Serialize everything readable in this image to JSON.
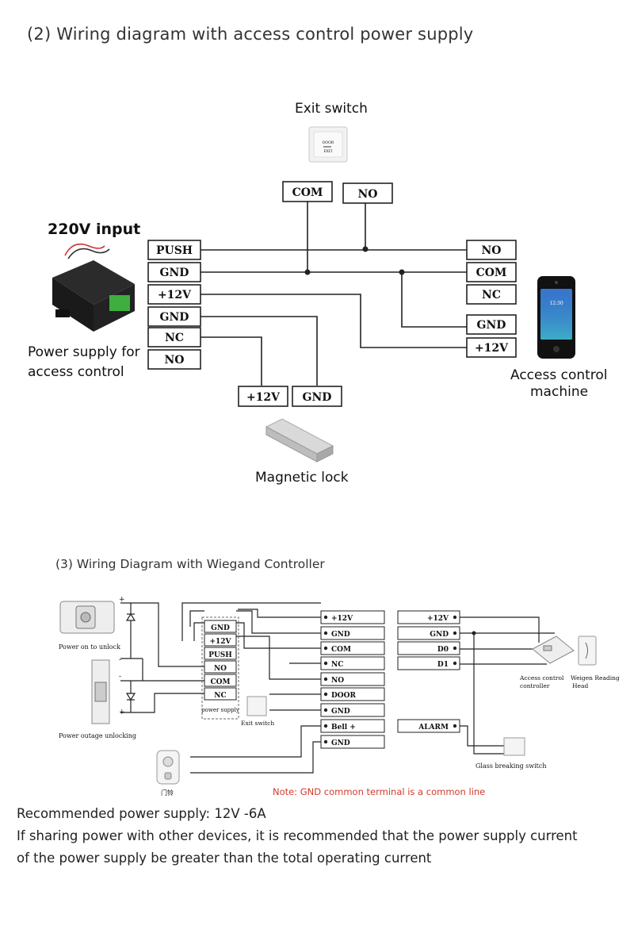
{
  "section1": {
    "title": "(2) Wiring diagram with access control power supply",
    "exit_switch_label": "Exit switch",
    "exit_switch_face": [
      "DOOR",
      "EXIT"
    ],
    "input_label": "220V input",
    "power_supply_label": [
      "Power supply for",
      "access control"
    ],
    "access_machine_label": [
      "Access control",
      "machine"
    ],
    "machine_screen_time": "12:30",
    "magnetic_lock_label": "Magnetic lock",
    "psu_terminals": [
      "PUSH",
      "GND",
      "+12V",
      "GND",
      "NC",
      "NO"
    ],
    "exit_terminals": [
      "COM",
      "NO"
    ],
    "machine_terminals": [
      "NO",
      "COM",
      "NC",
      "GND",
      "+12V"
    ],
    "lock_terminals": [
      "+12V",
      "GND"
    ]
  },
  "section2": {
    "title": "(3) Wiring Diagram with Wiegand Controller",
    "power_on_label": "Power on to unlock",
    "power_outage_label": "Power outage unlocking",
    "supply_terminals": [
      "GND",
      "+12V",
      "PUSH",
      "NO",
      "COM",
      "NC"
    ],
    "supply_caption": "power supply",
    "exit_switch_label": "Exit switch",
    "controller_terminals": [
      "+12V",
      "GND",
      "COM",
      "NC",
      "NO",
      "DOOR",
      "GND",
      "Bell +",
      "GND"
    ],
    "reader_terminals": [
      "+12V",
      "GND",
      "D0",
      "D1"
    ],
    "alarm_terminal": "ALARM",
    "access_controller_label": [
      "Access control",
      "controller"
    ],
    "reader_head_label": [
      "Weigen Reading",
      "Head"
    ],
    "glass_switch_label": "Glass breaking switch",
    "doorbell_label": "门铃",
    "polarity_marks": [
      "+",
      "-",
      "-",
      "+"
    ],
    "note": "Note: GND common terminal is a common line"
  },
  "footer": {
    "line1": "Recommended power supply: 12V -6A",
    "line2": "If sharing power with other devices, it is recommended that the power supply current",
    "line3": "of the power supply be greater than the total operating current"
  }
}
